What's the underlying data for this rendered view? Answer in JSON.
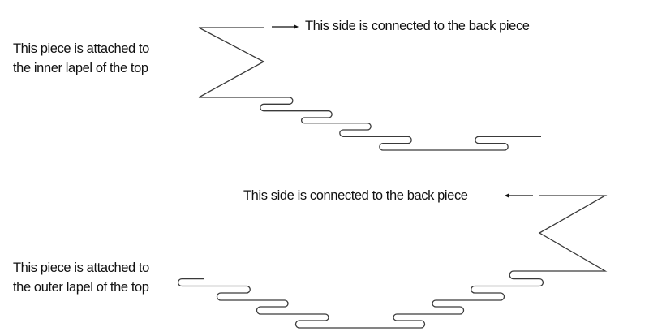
{
  "top_piece": {
    "label_line1": "This piece is attached to",
    "label_line2": "the inner lapel of the top",
    "connection_note": "This side is connected to the back piece"
  },
  "bottom_piece": {
    "label_line1": "This piece is attached to",
    "label_line2": "the outer lapel of the top",
    "connection_note": "This side is connected to the back piece"
  },
  "colors": {
    "line": "#3a3a3a",
    "text": "#111111"
  }
}
